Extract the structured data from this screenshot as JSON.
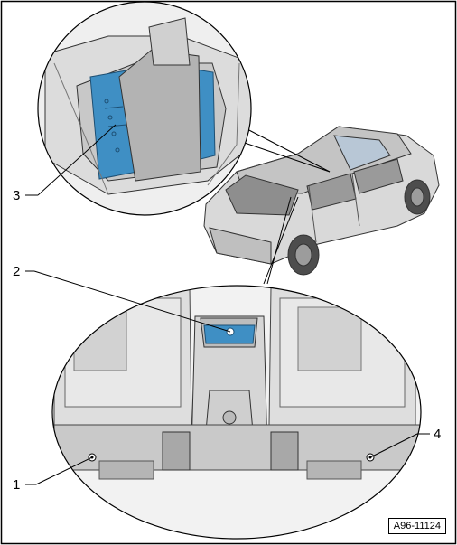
{
  "figure_id": "A96-11124",
  "callouts": [
    {
      "label": "1"
    },
    {
      "label": "2"
    },
    {
      "label": "3"
    },
    {
      "label": "4"
    }
  ],
  "colors": {
    "highlight_blue": "#3f8fc4",
    "outline": "#000000",
    "body_gray": "#d9d9d9",
    "shade_gray": "#a8a8a8",
    "light_gray": "#efefef"
  }
}
